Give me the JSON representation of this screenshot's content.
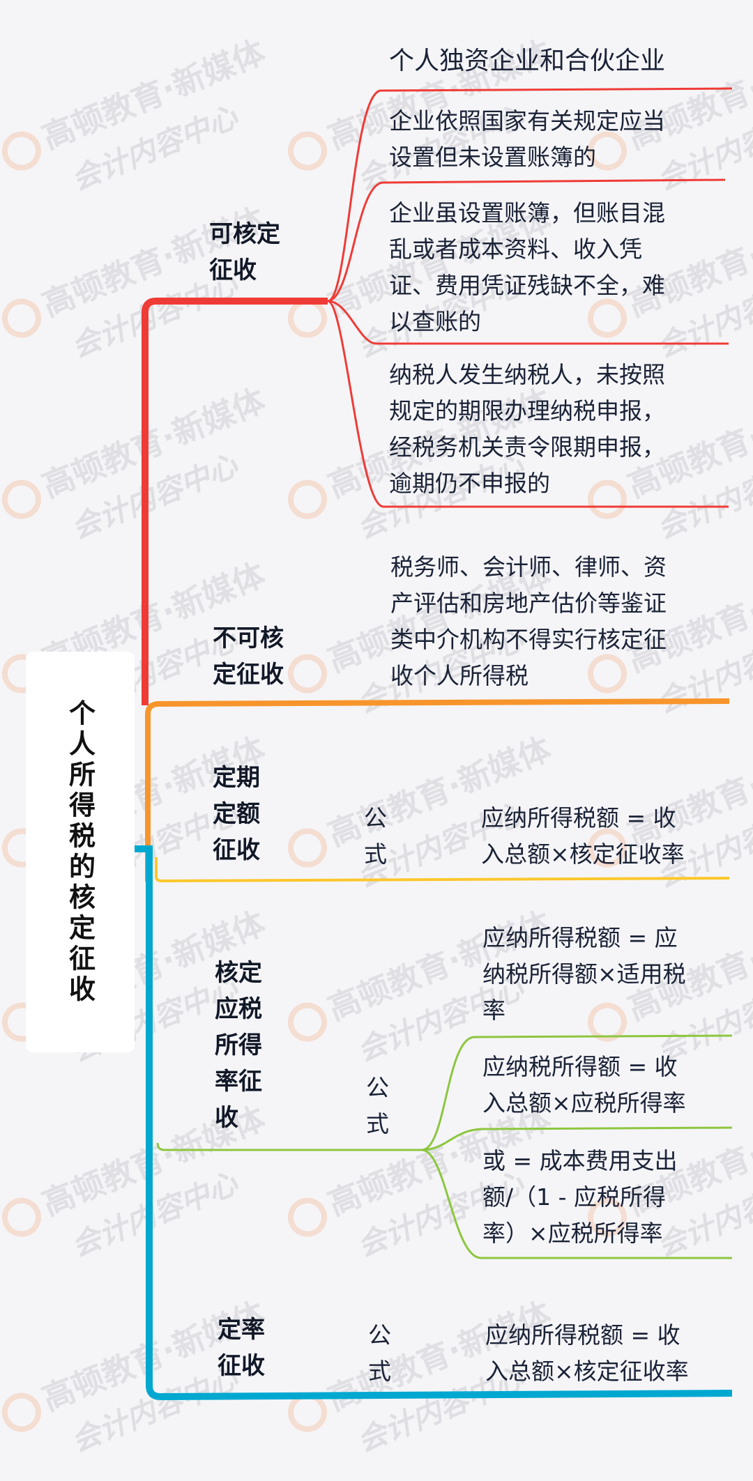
{
  "root": {
    "title": "个人所得税的核定征收"
  },
  "branches": [
    {
      "label": "可核定征收",
      "label_lines": [
        "可核定",
        "征收"
      ],
      "color": "#ef3b36",
      "header": "个人独资企业和合伙企业",
      "leaves": [
        {
          "lines": [
            "企业依照国家有关规定应当",
            "设置但未设置账簿的"
          ]
        },
        {
          "lines": [
            "企业虽设置账簿，但账目混",
            "乱或者成本资料、收入凭",
            "证、费用凭证残缺不全，难",
            "以查账的"
          ]
        },
        {
          "lines": [
            "纳税人发生纳税人，未按照",
            "规定的期限办理纳税申报，",
            "经税务机关责令限期申报，",
            "逾期仍不申报的"
          ]
        }
      ]
    },
    {
      "label": "不可核定征收",
      "label_lines": [
        "不可核",
        "定征收"
      ],
      "color": "#ef3b36",
      "leaves": [
        {
          "lines": [
            "税务师、会计师、律师、资",
            "产评估和房地产估价等鉴证",
            "类中介机构不得实行核定征",
            "收个人所得税"
          ]
        }
      ]
    },
    {
      "label": "定期定额征收",
      "label_lines": [
        "定期",
        "定额",
        "征收"
      ],
      "color": "#f7952c",
      "formula_label_lines": [
        "公",
        "式"
      ],
      "leaves": [
        {
          "lines": [
            "应纳所得税额 = 收",
            "入总额×核定征收率"
          ]
        }
      ]
    },
    {
      "label": "核定应税所得率征收",
      "label_lines": [
        "核定",
        "应税",
        "所得",
        "率征",
        "收"
      ],
      "color": "#8dc63f",
      "formula_label_lines": [
        "公",
        "式"
      ],
      "leaves": [
        {
          "lines": [
            "应纳所得税额 = 应",
            "纳税所得额×适用税",
            "率"
          ]
        },
        {
          "lines": [
            "应纳税所得额 = 收",
            "入总额×应税所得率"
          ]
        },
        {
          "lines": [
            "或 = 成本费用支出",
            "额/（1 - 应税所得",
            "率）×应税所得率"
          ]
        }
      ]
    },
    {
      "label": "定率征收",
      "label_lines": [
        "定率",
        "征收"
      ],
      "color": "#00a8d0",
      "formula_label_lines": [
        "公",
        "式"
      ],
      "leaves": [
        {
          "lines": [
            "应纳所得税额 = 收",
            "入总额×核定征收率"
          ]
        }
      ]
    }
  ],
  "colors": {
    "background": "#f5f5f8",
    "red": "#ef3b36",
    "orange": "#f7952c",
    "yellow": "#fcc72c",
    "green": "#8dc63f",
    "blue": "#00a8d0",
    "text": "#1a2236"
  },
  "watermark": {
    "main": "高顿教育·新媒体",
    "sub": "会计内容中心"
  }
}
